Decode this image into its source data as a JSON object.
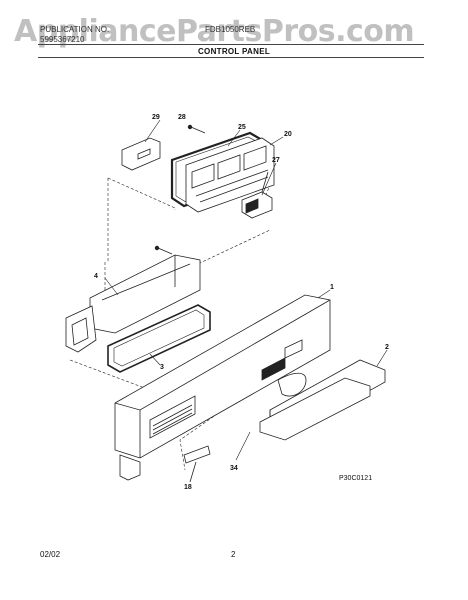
{
  "watermark": "AppliancePartsPros.com",
  "header": {
    "left_line1": "PUBLICATION NO.",
    "left_line2": "5995367210",
    "model": "FDB1050REB",
    "section_title": "CONTROL PANEL"
  },
  "callouts": {
    "c1": "1",
    "c2": "2",
    "c3": "3",
    "c4": "4",
    "c18": "18",
    "c20": "20",
    "c25": "25",
    "c27": "27",
    "c28": "28",
    "c29": "29",
    "c34": "34"
  },
  "diagram_code": "P30C0121",
  "footer": {
    "date": "02/02",
    "page": "2"
  }
}
